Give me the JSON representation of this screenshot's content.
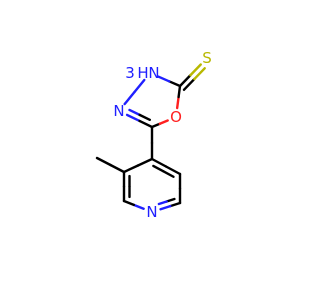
{
  "colors": {
    "carbon_bond": "#000000",
    "nitrogen": "#2020ff",
    "oxygen": "#ff2020",
    "sulfur": "#b8b800"
  },
  "atoms": [
    {
      "id": "S",
      "element": "S",
      "label": "S"
    },
    {
      "id": "C2",
      "element": "C",
      "label": ""
    },
    {
      "id": "N3",
      "element": "N",
      "label": "N",
      "suffix": "H",
      "prefix": "3"
    },
    {
      "id": "N4",
      "element": "N",
      "label": "N"
    },
    {
      "id": "C5",
      "element": "C",
      "label": ""
    },
    {
      "id": "O1",
      "element": "O",
      "label": "O"
    },
    {
      "id": "Ca",
      "element": "C",
      "label": ""
    },
    {
      "id": "Cb",
      "element": "C",
      "label": ""
    },
    {
      "id": "Cc",
      "element": "C",
      "label": ""
    },
    {
      "id": "Nd",
      "element": "N",
      "label": "N"
    },
    {
      "id": "Ce",
      "element": "C",
      "label": ""
    },
    {
      "id": "Cf",
      "element": "C",
      "label": ""
    },
    {
      "id": "CH3",
      "element": "C",
      "label": ""
    }
  ],
  "bonds": [
    {
      "a": "C2",
      "b": "S",
      "order": 2
    },
    {
      "a": "C2",
      "b": "N3",
      "order": 1
    },
    {
      "a": "N3",
      "b": "N4",
      "order": 1
    },
    {
      "a": "N4",
      "b": "C5",
      "order": 2
    },
    {
      "a": "C5",
      "b": "O1",
      "order": 1
    },
    {
      "a": "O1",
      "b": "C2",
      "order": 1
    },
    {
      "a": "C5",
      "b": "Ca",
      "order": 1
    },
    {
      "a": "Ca",
      "b": "Cb",
      "order": 2
    },
    {
      "a": "Cb",
      "b": "Cc",
      "order": 1
    },
    {
      "a": "Cc",
      "b": "Nd",
      "order": 2
    },
    {
      "a": "Nd",
      "b": "Ce",
      "order": 1
    },
    {
      "a": "Ce",
      "b": "Cf",
      "order": 2
    },
    {
      "a": "Cf",
      "b": "Ca",
      "order": 1
    },
    {
      "a": "Cf",
      "b": "CH3",
      "order": 1
    }
  ]
}
